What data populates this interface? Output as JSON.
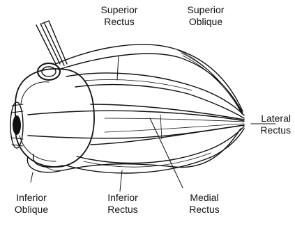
{
  "labels": {
    "superior_rectus": [
      "Superior",
      "Rectus"
    ],
    "superior_oblique": [
      "Superior",
      "Oblique"
    ],
    "lateral_rectus": [
      "Lateral",
      "Rectus"
    ],
    "inferior_oblique": [
      "Inferior",
      "Oblique"
    ],
    "inferior_rectus": [
      "Inferior",
      "Rectus"
    ],
    "medial_rectus": [
      "Medial",
      "Rectus"
    ]
  }
}
